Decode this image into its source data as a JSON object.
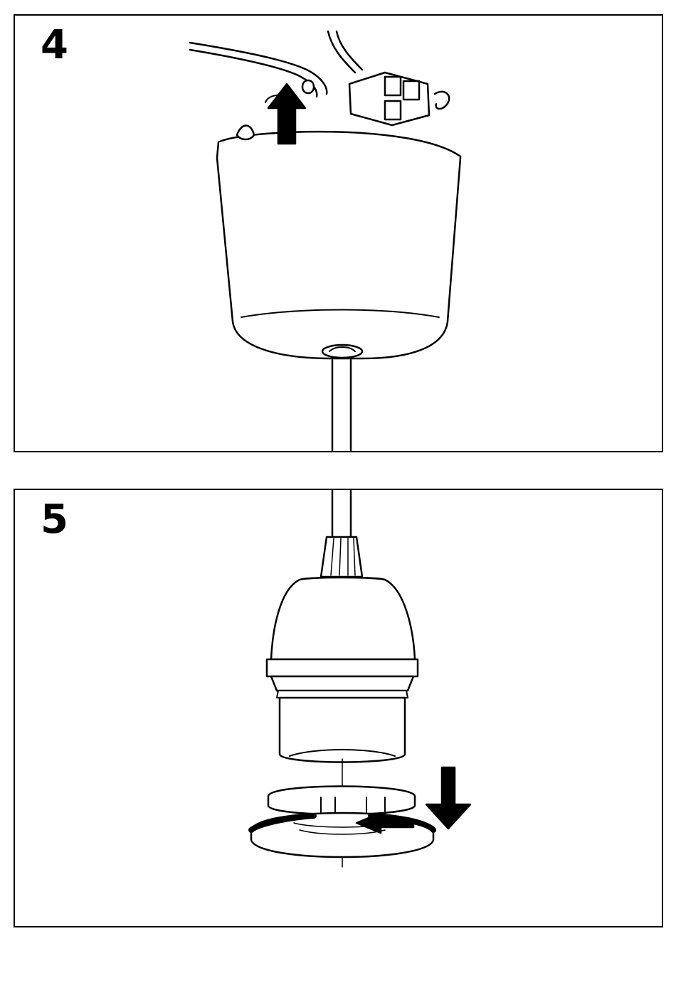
{
  "steps": [
    {
      "number": "4",
      "illustration": "ceiling-cup-raised-over-connector"
    },
    {
      "number": "5",
      "illustration": "lampholder-shade-ring-screw-on"
    }
  ],
  "colors": {
    "ink": "#000000",
    "paper": "#ffffff"
  }
}
